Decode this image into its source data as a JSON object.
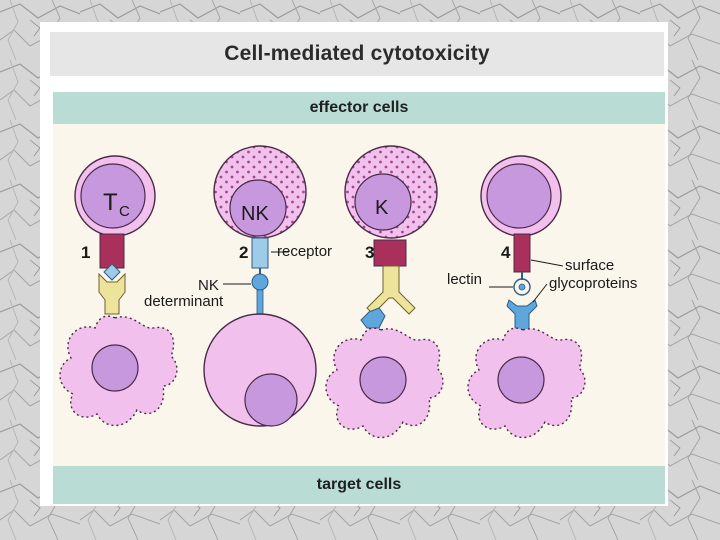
{
  "title": "Cell-mediated cytotoxicity",
  "effector_band": "effector cells",
  "target_band": "target cells",
  "cells": [
    {
      "number": "1",
      "label": "T",
      "subscript": "C"
    },
    {
      "number": "2",
      "label": "NK"
    },
    {
      "number": "3",
      "label": "K"
    },
    {
      "number": "4",
      "label": ""
    }
  ],
  "annotations": {
    "receptor": "receptor",
    "nk_determinant_line1": "NK",
    "nk_determinant_line2": "determinant",
    "lectin": "lectin",
    "surface_line1": "surface",
    "surface_line2": "glycoproteins"
  },
  "colors": {
    "effector_band": "#b9dcd4",
    "cell_membrane": "#f2c0ec",
    "nucleus": "#c898de",
    "receptor_maroon": "#a8305a",
    "receptor_yellow": "#eee39a",
    "receptor_blue": "#9ecbe8",
    "antigen_blue": "#5fa6dc"
  }
}
